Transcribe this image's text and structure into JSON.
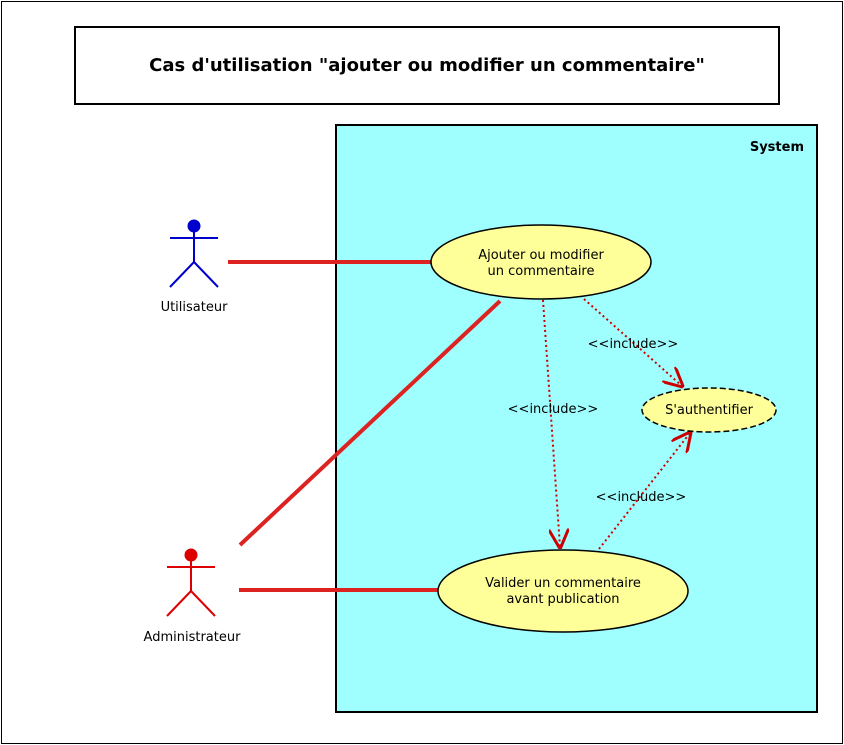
{
  "title": "Cas d'utilisation \"ajouter ou modifier un commentaire\"",
  "system": {
    "label": "System"
  },
  "actors": [
    {
      "name": "Utilisateur"
    },
    {
      "name": "Administrateur"
    }
  ],
  "use_cases": {
    "ajouter": {
      "line1": "Ajouter ou modifier",
      "line2": "un commentaire"
    },
    "authentifier": {
      "label": "S'authentifier"
    },
    "valider": {
      "line1": "Valider un commentaire",
      "line2": "avant publication"
    }
  },
  "relations": {
    "include_label": "<<include>>"
  },
  "colors": {
    "system_fill": "#9fffff",
    "use_case_fill": "#ffff99",
    "association": "#dd2222",
    "include": "#cc0000",
    "actor_user": "#0000cc",
    "actor_admin": "#dd0000"
  }
}
